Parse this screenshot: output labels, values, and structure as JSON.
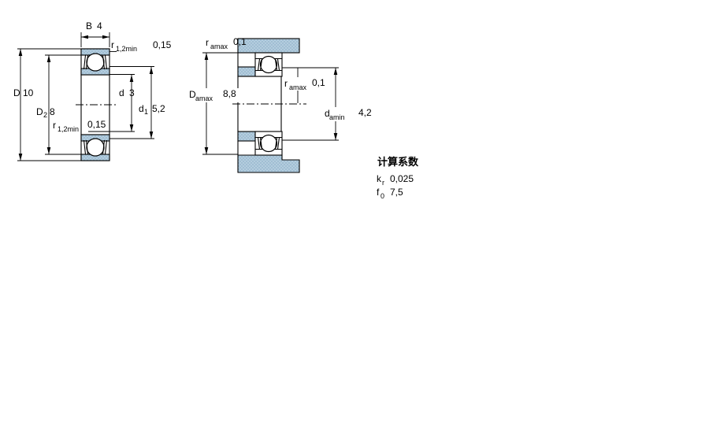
{
  "colors": {
    "section_fill": "#b4cdde",
    "section_dot": "#82a8c2",
    "line": "#000000"
  },
  "left_drawing": {
    "B": {
      "sym": "B",
      "sub": "",
      "val": "4"
    },
    "D": {
      "sym": "D",
      "sub": "",
      "val": "10"
    },
    "D2": {
      "sym": "D",
      "sub": "2",
      "val": "8"
    },
    "d": {
      "sym": "d",
      "sub": "",
      "val": "3"
    },
    "d1": {
      "sym": "d",
      "sub": "1",
      "val": "5,2"
    },
    "r_top": {
      "sym": "r",
      "sub": "1,2min",
      "val": "0,15"
    },
    "r_bot": {
      "sym": "r",
      "sub": "1,2min",
      "val": "0,15"
    }
  },
  "right_drawing": {
    "ra_top": {
      "sym": "r",
      "sub": "amax",
      "val": "0,1"
    },
    "Da": {
      "sym": "D",
      "sub": "amax",
      "val": "8,8"
    },
    "ra_mid": {
      "sym": "r",
      "sub": "amax",
      "val": "0,1"
    },
    "da": {
      "sym": "d",
      "sub": "amin",
      "val": "4,2"
    }
  },
  "factors": {
    "heading": "计算系数",
    "kr": {
      "sym": "k",
      "sub": "r",
      "val": "0,025"
    },
    "f0": {
      "sym": "f",
      "sub": "0",
      "val": "7,5"
    }
  }
}
